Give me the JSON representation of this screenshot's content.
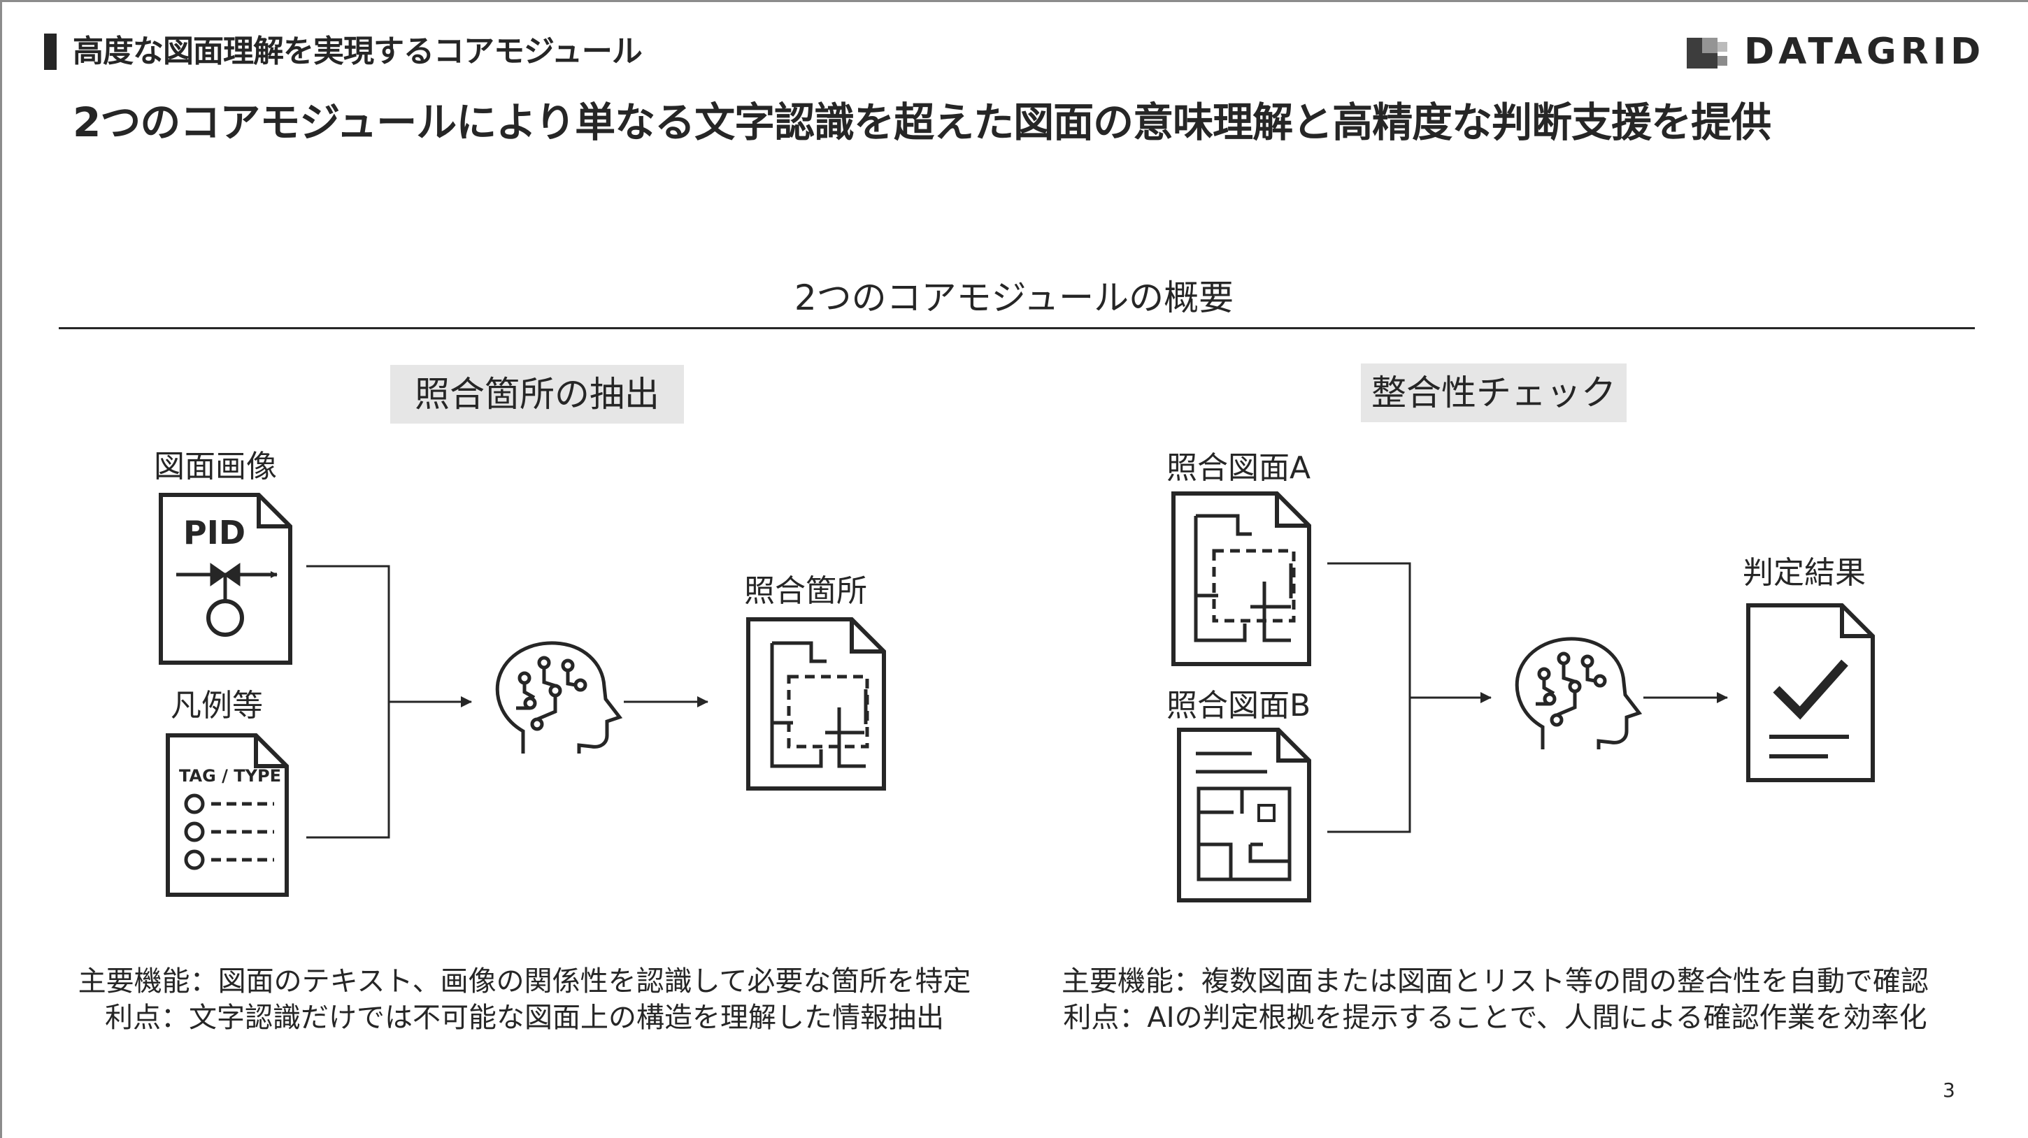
{
  "header": {
    "section_label": "高度な図面理解を実現するコアモジュール",
    "headline": "2つのコアモジュールにより単なる文字認識を超えた図面の意味理解と高精度な判断支援を提供",
    "logo_text": "DATAGRID"
  },
  "overview": {
    "title": "2つのコアモジュールの概要"
  },
  "modules": [
    {
      "tag": "照合箇所の抽出",
      "inputs": [
        {
          "label": "図面画像",
          "doc_text": "PID"
        },
        {
          "label": "凡例等",
          "doc_text": "TAG / TYPE"
        }
      ],
      "output_label": "照合箇所",
      "summary_function": "主要機能：図面のテキスト、画像の関係性を認識して必要な箇所を特定",
      "summary_benefit": "利点：文字認識だけでは不可能な図面上の構造を理解した情報抽出"
    },
    {
      "tag": "整合性チェック",
      "inputs": [
        {
          "label": "照合図面A"
        },
        {
          "label": "照合図面B"
        }
      ],
      "output_label": "判定結果",
      "summary_function": "主要機能：複数図面または図面とリスト等の間の整合性を自動で確認",
      "summary_benefit": "利点：AIの判定根拠を提示することで、人間による確認作業を効率化"
    }
  ],
  "page_number": "3",
  "colors": {
    "text": "#262626",
    "tag_background": "#e6e6e6",
    "icon_stroke": "#262626"
  },
  "icons": [
    "document-pid-icon",
    "document-legend-icon",
    "ai-head-icon",
    "floorplan-document-icon",
    "text-floorplan-document-icon",
    "checkmark-document-icon",
    "arrow-right-icon"
  ]
}
